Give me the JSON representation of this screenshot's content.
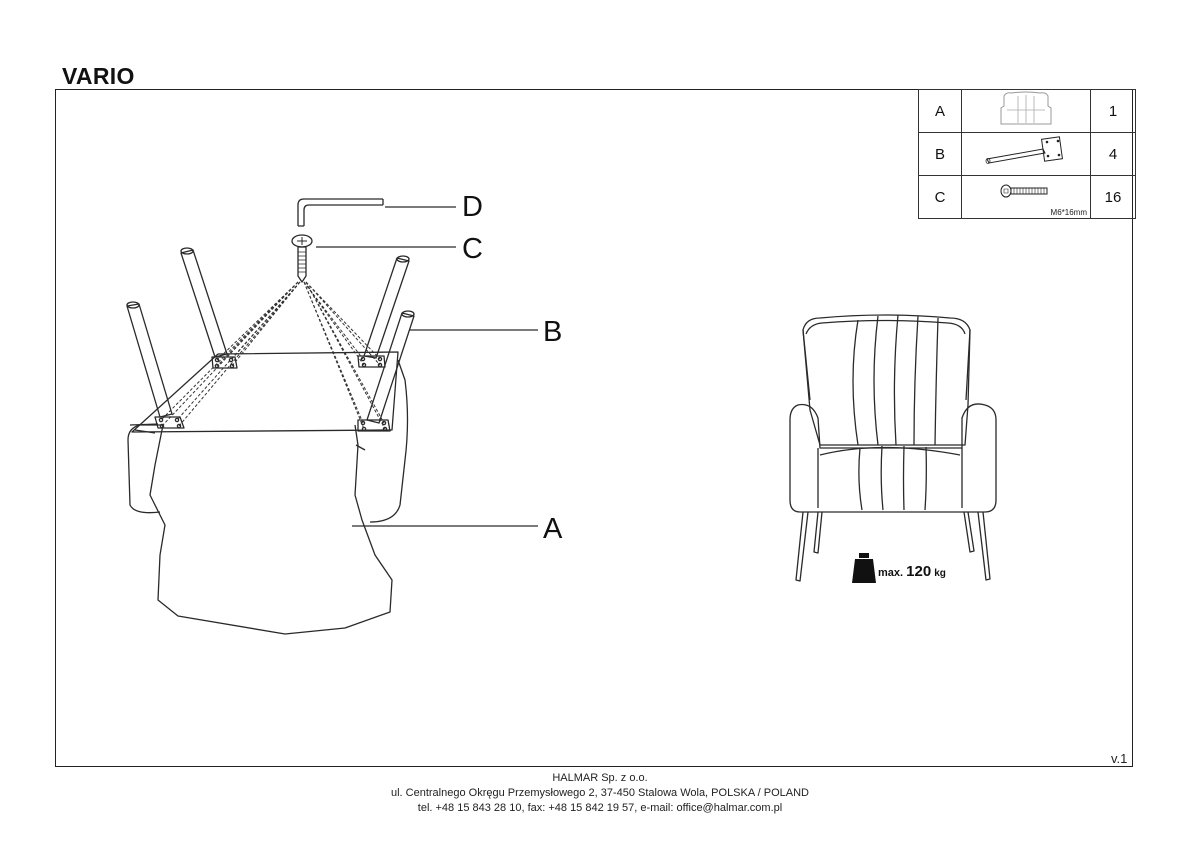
{
  "title": "VARIO",
  "parts": [
    {
      "letter": "A",
      "icon": "armchair-icon",
      "qty": "1"
    },
    {
      "letter": "B",
      "icon": "chair-leg-icon",
      "qty": "4"
    },
    {
      "letter": "C",
      "icon": "bolt-icon",
      "qty": "16",
      "spec": "M6*16mm"
    }
  ],
  "callouts": {
    "d": "D",
    "c": "C",
    "b": "B",
    "a": "A"
  },
  "load": {
    "prefix": "max.",
    "value": "120",
    "unit": "kg"
  },
  "version": "v.1",
  "footer": {
    "company": "HALMAR Sp. z o.o.",
    "address": "ul. Centralnego Okręgu Przemysłowego 2, 37-450 Stalowa Wola, POLSKA / POLAND",
    "contact": "tel. +48 15 843 28 10, fax: +48 15 842 19 57, e-mail: office@halmar.com.pl"
  }
}
